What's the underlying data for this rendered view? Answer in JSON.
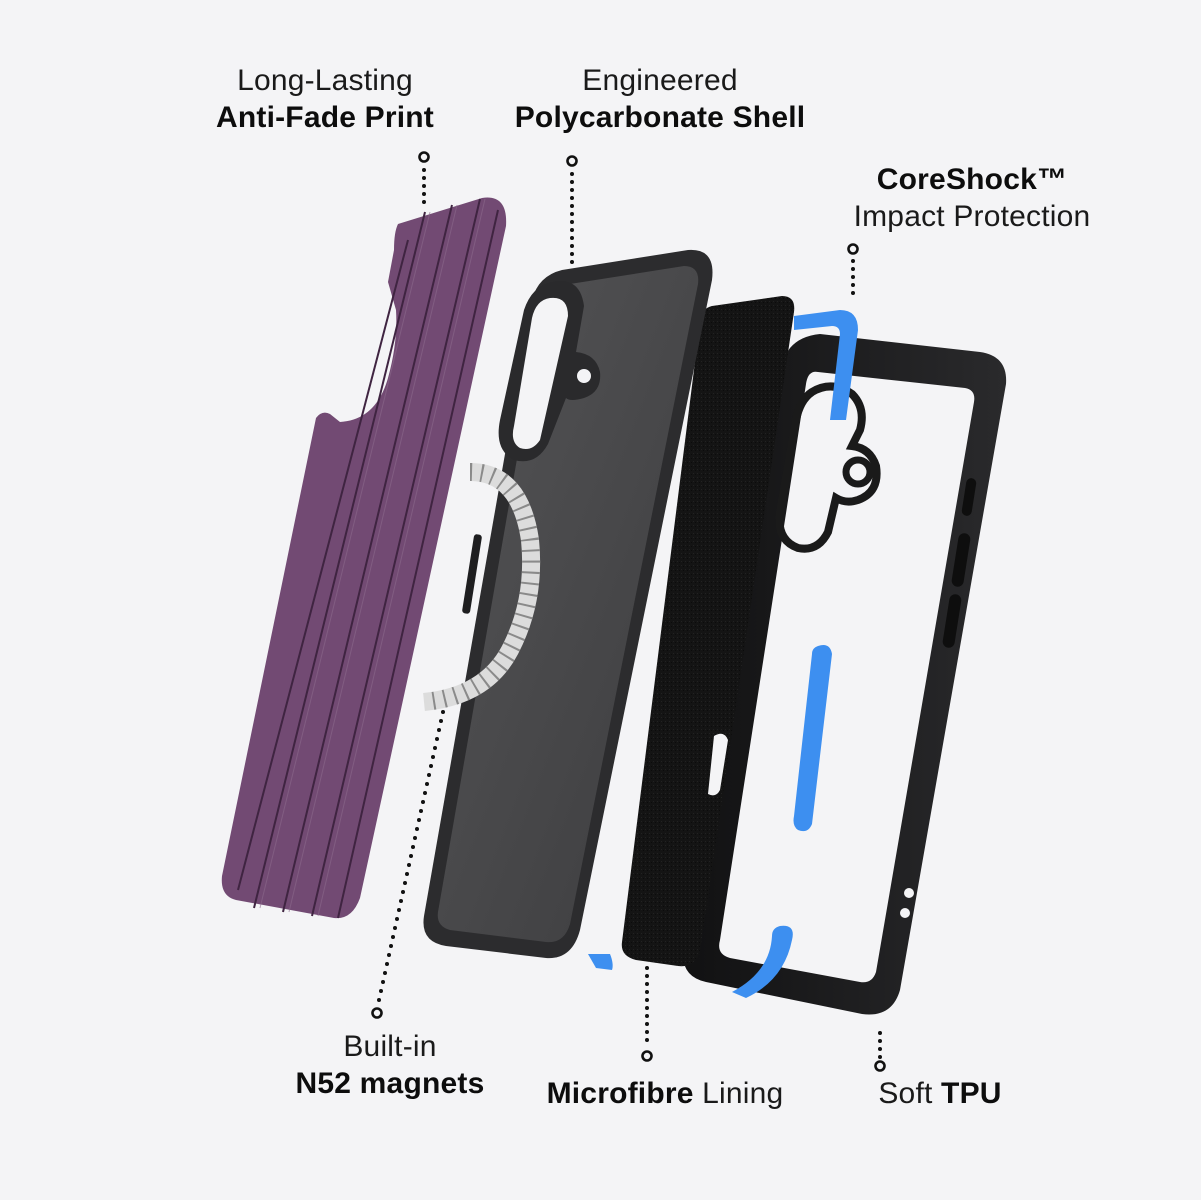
{
  "colors": {
    "background": "#f4f4f6",
    "purple_print": "#724a73",
    "purple_groove": "#3f2441",
    "shell_grey": "#4a4a4c",
    "shell_rim": "#2a2a2c",
    "lining_black": "#141414",
    "tpu_black": "#1c1c1e",
    "coreshock_blue": "#3d8ff0",
    "magnet_silver": "#d9d9d9",
    "text": "#111111"
  },
  "callouts": {
    "anti_fade": {
      "line1": "Long-Lasting",
      "line2": "Anti-Fade Print"
    },
    "polycarbonate": {
      "line1": "Engineered",
      "line2": "Polycarbonate Shell"
    },
    "coreshock": {
      "line1": "CoreShock™",
      "line2": "Impact Protection"
    },
    "magnets": {
      "line1": "Built-in",
      "line2": "N52 magnets"
    },
    "microfibre": {
      "bold": "Microfibre",
      "light": " Lining"
    },
    "tpu": {
      "light": "Soft ",
      "bold": "TPU"
    }
  },
  "layers": [
    {
      "name": "Anti-Fade Print back plate",
      "icon": "purple-grooved-plate"
    },
    {
      "name": "Polycarbonate Shell",
      "icon": "grey-shell"
    },
    {
      "name": "Microfibre Lining",
      "icon": "black-lining"
    },
    {
      "name": "Soft TPU bumper with CoreShock inserts",
      "icon": "black-bumper-blue-inserts"
    }
  ]
}
